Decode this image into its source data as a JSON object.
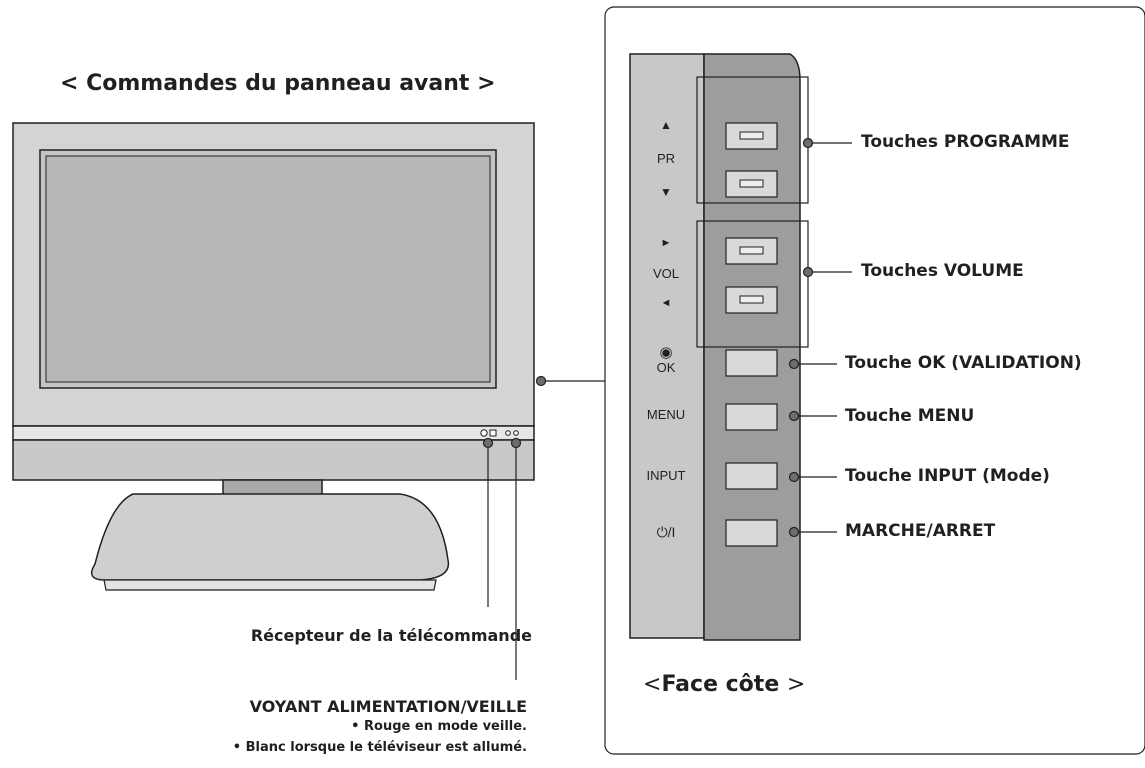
{
  "front_title": "< Commandes du panneau avant >",
  "side_title_open": "<",
  "side_title_main": "Face côte",
  "side_title_close": ">",
  "callouts": {
    "programme": "Touches PROGRAMME",
    "volume": "Touches VOLUME",
    "ok": "Touche OK (VALIDATION)",
    "menu": "Touche MENU",
    "input": "Touche INPUT (Mode)",
    "power": "MARCHE/ARRET"
  },
  "front_callouts": {
    "receiver": "Récepteur de la télécommande",
    "led_title": "VOYANT ALIMENTATION/VEILLE",
    "led_note_1": "• Rouge en mode veille.",
    "led_note_2": "• Blanc lorsque le téléviseur est allumé."
  },
  "side_labels": {
    "pr_up": "▲",
    "pr": "PR",
    "pr_down": "▼",
    "vol_up": "►",
    "vol": "VOL",
    "vol_down": "◄",
    "ok_symbol": "◉",
    "ok": "OK",
    "menu": "MENU",
    "input": "INPUT",
    "power": "⏻/I"
  },
  "colors": {
    "tv_frame": "#d4d4d4",
    "tv_screen": "#b7b7b7",
    "side_panel_dark": "#9d9d9d",
    "side_panel_light": "#c8c8c8",
    "button": "#d9d9d9",
    "line": "#231f20"
  }
}
